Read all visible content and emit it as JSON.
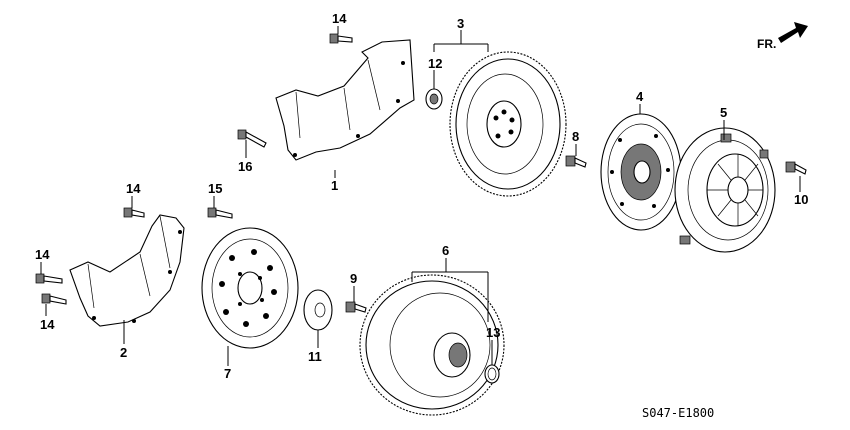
{
  "diagram": {
    "direction_label": "FR.",
    "code": "S047-E1800",
    "parts": {
      "p1": "1",
      "p2": "2",
      "p3": "3",
      "p4": "4",
      "p5": "5",
      "p6": "6",
      "p7": "7",
      "p8": "8",
      "p9": "9",
      "p10": "10",
      "p11": "11",
      "p12": "12",
      "p13": "13",
      "p14a": "14",
      "p14b": "14",
      "p14c": "14",
      "p14d": "14",
      "p15": "15",
      "p16": "16"
    }
  }
}
